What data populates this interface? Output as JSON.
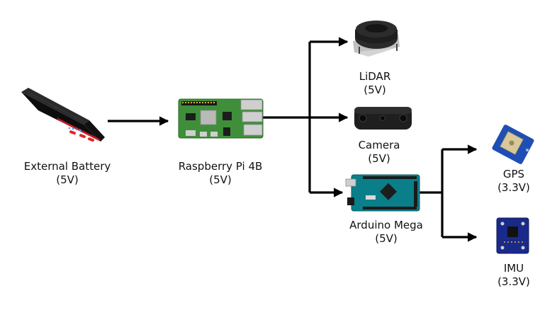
{
  "nodes": {
    "battery": {
      "name": "External Battery",
      "voltage": "(5V)"
    },
    "raspberry_pi": {
      "name": "Raspberry Pi 4B",
      "voltage": "(5V)"
    },
    "lidar": {
      "name": "LiDAR",
      "voltage": "(5V)"
    },
    "camera": {
      "name": "Camera",
      "voltage": "(5V)"
    },
    "arduino": {
      "name": "Arduino Mega",
      "voltage": "(5V)"
    },
    "gps": {
      "name": "GPS",
      "voltage": "(3.3V)"
    },
    "imu": {
      "name": "IMU",
      "voltage": "(3.3V)"
    }
  },
  "connections": [
    {
      "from": "External Battery",
      "to": "Raspberry Pi 4B"
    },
    {
      "from": "Raspberry Pi 4B",
      "to": "LiDAR"
    },
    {
      "from": "Raspberry Pi 4B",
      "to": "Camera"
    },
    {
      "from": "Raspberry Pi 4B",
      "to": "Arduino Mega"
    },
    {
      "from": "Arduino Mega",
      "to": "GPS"
    },
    {
      "from": "Arduino Mega",
      "to": "IMU"
    }
  ],
  "colors": {
    "arrow": "#000000",
    "battery_body": "#1c1c1c",
    "battery_accent": "#e0262b",
    "battery_led": "#3da5ff",
    "pi_board": "#3f8f3a",
    "arduino_board": "#0a7f8a",
    "gps_board": "#1f4fb5",
    "imu_board": "#1a2a8a"
  }
}
